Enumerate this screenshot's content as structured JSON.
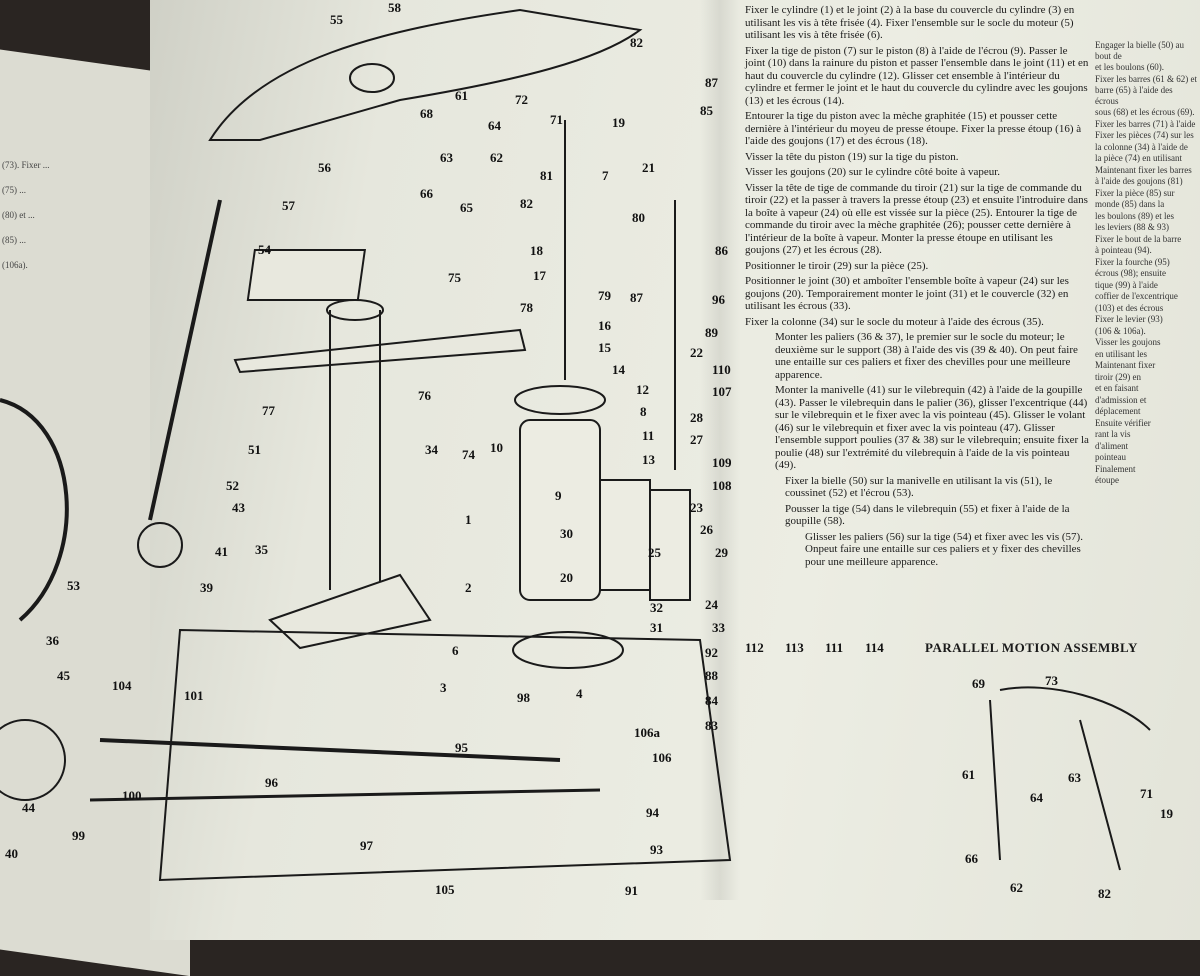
{
  "manual": {
    "instructions": [
      "Fixer le cylindre (1) et le joint (2) à la base du couvercle du cylindre (3) en utilisant les vis à tête frisée (4). Fixer l'ensemble sur le socle du moteur (5) utilisant les vis à tête frisée (6).",
      "Fixer la tige de piston (7) sur le piston (8) à l'aide de l'écrou (9). Passer le joint (10) dans la rainure du piston et passer l'ensemble dans le joint (11) et en haut du couvercle du cylindre (12). Glisser cet ensemble à l'intérieur du cylindre et fermer le joint et le haut du couvercle du cylindre avec les goujons (13) et les écrous (14).",
      "Entourer la tige du piston avec la mèche graphitée (15) et pousser cette dernière à l'intérieur du moyeu de presse étoupe. Fixer la presse étoup (16) à l'aide des goujons (17) et des écrous (18).",
      "Visser la tête du piston (19) sur la tige du piston.",
      "Visser les goujons (20) sur le cylindre côté boite à vapeur.",
      "Visser la tête de tige de commande du tiroir (21) sur la tige de commande du tiroir (22) et la passer à travers la presse étoup (23) et ensuite l'introduire dans la boîte à vapeur (24) où elle est vissée sur la pièce (25). Entourer la tige de commande du tiroir avec la mèche graphitée (26); pousser cette dernière à l'intérieur de la boîte à vapeur. Monter la presse étoupe en utilisant les goujons (27) et les écrous (28).",
      "Positionner le tiroir (29) sur la pièce (25).",
      "Positionner le joint (30) et amboîter l'ensemble boîte à vapeur (24) sur les goujons (20). Temporairement monter le joint (31) et le couvercle (32) en utilisant les écrous (33).",
      "Fixer la colonne (34) sur le socle du moteur à l'aide des écrous (35)."
    ],
    "instructions_indented": [
      "Monter les paliers (36 & 37), le premier sur le socle du moteur; le deuxième sur le support (38) à l'aide des vis (39 & 40). On peut faire une entaille sur ces paliers et fixer des chevilles pour une meilleure apparence.",
      "Monter la manivelle (41) sur le vilebrequin (42) à l'aide de la goupille (43). Passer le vilebrequin dans le palier (36), glisser l'excentrique (44) sur le vilebrequin et le fixer avec la vis pointeau (45). Glisser le volant (46) sur le vilebrequin et fixer avec la vis pointeau (47). Glisser l'ensemble support poulies (37 & 38) sur le vilebrequin; ensuite fixer la poulie (48) sur l'extrémité du vilebrequin à l'aide de la vis pointeau (49).",
      "Fixer la bielle (50) sur la manivelle en utilisant la vis (51), le coussinet (52) et l'écrou (53).",
      "Pousser la tige (54) dans le vilebrequin (55) et fixer à l'aide de la goupille (58)."
    ],
    "instruction_last": "Glisser les paliers (56) sur la tige (54) et fixer avec les vis (57). Onpeut faire une entaille sur ces paliers et y fixer des chevilles pour une meilleure apparence.",
    "side_column": [
      "Engager la bielle (50) au bout de",
      "et les boulons (60).",
      "Fixer les barres (61 & 62) et",
      "barre (65) à l'aide des écrous",
      "sous (68) et les écrous (69).",
      "Fixer les barres (71) à l'aide",
      "Fixer les pièces (74) sur les",
      "la colonne (34) à l'aide de",
      "la pièce (74) en utilisant",
      "Maintenant fixer les barres",
      "à l'aide des goujons (81)",
      "Fixer la pièce (85) sur",
      "monde (85) dans la",
      "les boulons (89) et les",
      "les leviers (88 & 93)",
      "Fixer le bout de la barre",
      "à pointeau (94).",
      "Fixer la fourche (95)",
      "écrous (98); ensuite",
      "tique (99) à l'aide",
      "coffier de l'excentrique",
      "(103) et des écrous",
      "Fixer le levier (93)",
      "(106 & 106a).",
      "Visser les goujons",
      "en utilisant les",
      "Maintenant fixer",
      "tiroir (29) en",
      "et en faisant",
      "d'admission et",
      "déplacement",
      "Ensuite vérifier",
      "rant la vis",
      "d'aliment",
      "pointeau",
      "Finalement",
      "étoupe"
    ],
    "left_page_text": [
      "(73). Fixer ...",
      "(75) ...",
      "(80) et ...",
      "(85) ...",
      "(106a)."
    ],
    "parallel_motion_title": "PARALLEL MOTION ASSEMBLY",
    "part_labels": [
      "55",
      "58",
      "82",
      "87",
      "72",
      "61",
      "68",
      "64",
      "71",
      "19",
      "85",
      "63",
      "62",
      "56",
      "66",
      "81",
      "7",
      "57",
      "65",
      "82",
      "21",
      "54",
      "80",
      "86",
      "18",
      "17",
      "79",
      "87",
      "96",
      "78",
      "16",
      "89",
      "22",
      "15",
      "75",
      "14",
      "12",
      "110",
      "107",
      "76",
      "77",
      "74",
      "8",
      "28",
      "27",
      "109",
      "11",
      "108",
      "23",
      "10",
      "51",
      "34",
      "13",
      "26",
      "9",
      "52",
      "43",
      "1",
      "29",
      "25",
      "112",
      "113",
      "111",
      "114",
      "41",
      "35",
      "30",
      "39",
      "20",
      "53",
      "2",
      "24",
      "33",
      "36",
      "6",
      "92",
      "31",
      "32",
      "88",
      "45",
      "104",
      "3",
      "4",
      "84",
      "98",
      "101",
      "83",
      "106a",
      "95",
      "106",
      "44",
      "96",
      "100",
      "94",
      "99",
      "97",
      "93",
      "105",
      "91",
      "40",
      "69",
      "73",
      "61",
      "71",
      "64",
      "63",
      "19",
      "66",
      "62",
      "82"
    ]
  }
}
